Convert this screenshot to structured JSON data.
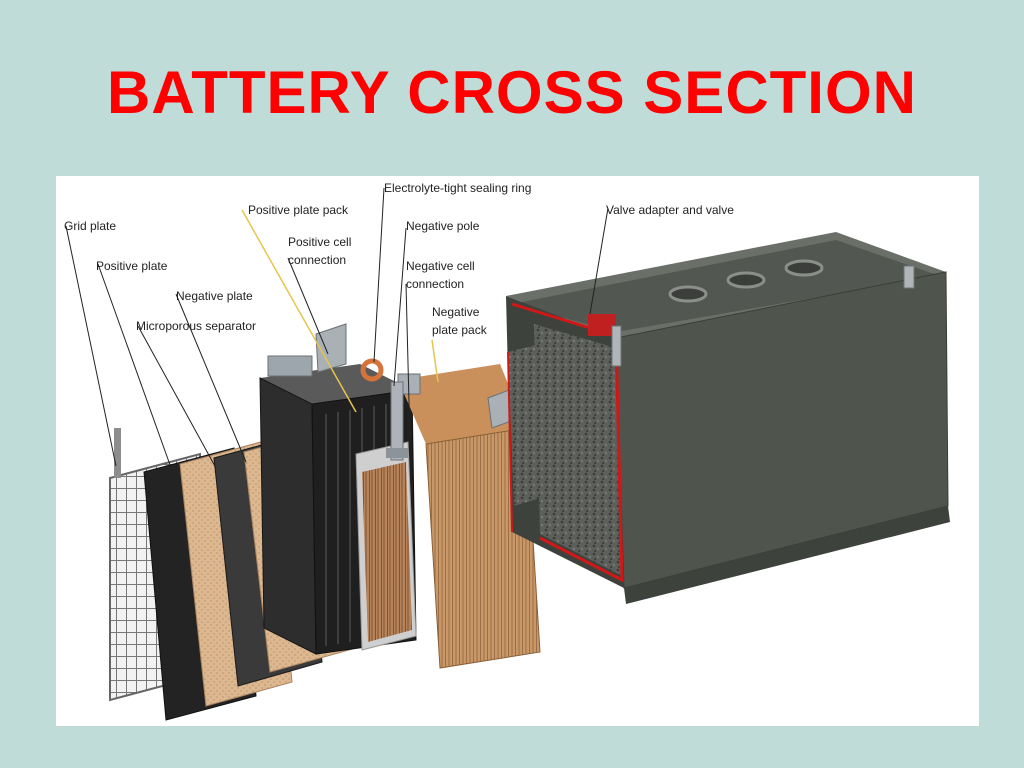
{
  "slide": {
    "title": "BATTERY CROSS SECTION"
  },
  "colors": {
    "background": "#bfdcd8",
    "title": "#ff0000",
    "accent_red": "#d01818",
    "case": "#4f554d"
  },
  "labels": {
    "grid_plate": "Grid plate",
    "positive_plate": "Positive plate",
    "negative_plate": "Negative plate",
    "microporous_separator": "Microporous separator",
    "positive_plate_pack": "Positive plate pack",
    "positive_cell_connection": [
      "Positive cell",
      "connection"
    ],
    "electrolyte_sealing_ring": "Electrolyte-tight sealing ring",
    "negative_pole": "Negative pole",
    "negative_cell_connection": [
      "Negative cell",
      "connection"
    ],
    "negative_plate_pack": [
      "Negative",
      "plate pack"
    ],
    "valve_adapter": "Valve adapter and valve"
  }
}
